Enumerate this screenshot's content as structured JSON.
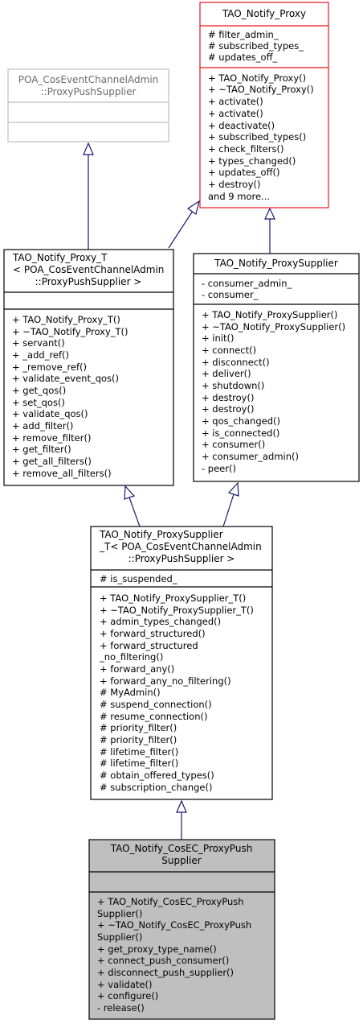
{
  "colors": {
    "border": "#000000",
    "highlight_border": "#e8141a",
    "muted_border": "#bdbdbd",
    "focus_fill": "#bfbfbf",
    "edge": "#191970"
  },
  "classes": [
    {
      "id": "tao_notify_proxy",
      "name_lines": [
        "TAO_Notify_Proxy"
      ],
      "attributes": [
        "# filter_admin_",
        "# subscribed_types_",
        "# updates_off_"
      ],
      "methods": [
        "+ TAO_Notify_Proxy()",
        "+ ~TAO_Notify_Proxy()",
        "+ activate()",
        "+ activate()",
        "+ deactivate()",
        "+ subscribed_types()",
        "+ check_filters()",
        "+ types_changed()",
        "+ updates_off()",
        "+ destroy()",
        "and 9 more..."
      ]
    },
    {
      "id": "poa_proxy_push_supplier",
      "name_lines": [
        "POA_CosEventChannelAdmin",
        "::ProxyPushSupplier"
      ],
      "attributes": [],
      "methods": []
    },
    {
      "id": "tao_notify_proxy_t",
      "name_lines": [
        "TAO_Notify_Proxy_T",
        "< POA_CosEventChannelAdmin",
        "::ProxyPushSupplier >"
      ],
      "attributes": [],
      "methods": [
        "+ TAO_Notify_Proxy_T()",
        "+ ~TAO_Notify_Proxy_T()",
        "+ servant()",
        "+ _add_ref()",
        "+ _remove_ref()",
        "+ validate_event_qos()",
        "+ get_qos()",
        "+ set_qos()",
        "+ validate_qos()",
        "+ add_filter()",
        "+ remove_filter()",
        "+ get_filter()",
        "+ get_all_filters()",
        "+ remove_all_filters()"
      ]
    },
    {
      "id": "tao_notify_proxy_supplier",
      "name_lines": [
        "TAO_Notify_ProxySupplier"
      ],
      "attributes": [
        "- consumer_admin_",
        "- consumer_"
      ],
      "methods": [
        "+ TAO_Notify_ProxySupplier()",
        "+ ~TAO_Notify_ProxySupplier()",
        "+ init()",
        "+ connect()",
        "+ disconnect()",
        "+ deliver()",
        "+ shutdown()",
        "+ destroy()",
        "+ destroy()",
        "+ qos_changed()",
        "+ is_connected()",
        "+ consumer()",
        "+ consumer_admin()",
        "- peer()"
      ]
    },
    {
      "id": "tao_notify_proxy_supplier_t",
      "name_lines": [
        "TAO_Notify_ProxySupplier",
        "_T< POA_CosEventChannelAdmin",
        "::ProxyPushSupplier >"
      ],
      "attributes": [
        "# is_suspended_"
      ],
      "methods": [
        "+ TAO_Notify_ProxySupplier_T()",
        "+ ~TAO_Notify_ProxySupplier_T()",
        "+ admin_types_changed()",
        "+ forward_structured()",
        "+ forward_structured",
        "_no_filtering()",
        "+ forward_any()",
        "+ forward_any_no_filtering()",
        "# MyAdmin()",
        "# suspend_connection()",
        "# resume_connection()",
        "# priority_filter()",
        "# priority_filter()",
        "# lifetime_filter()",
        "# lifetime_filter()",
        "# obtain_offered_types()",
        "# subscription_change()"
      ]
    },
    {
      "id": "tao_notify_cosec_proxy_push_supplier",
      "name_lines": [
        "TAO_Notify_CosEC_ProxyPush",
        "Supplier"
      ],
      "attributes": [],
      "methods": [
        "+ TAO_Notify_CosEC_ProxyPush",
        "Supplier()",
        "+ ~TAO_Notify_CosEC_ProxyPush",
        "Supplier()",
        "+ get_proxy_type_name()",
        "+ connect_push_consumer()",
        "+ disconnect_push_supplier()",
        "+ validate()",
        "+ configure()",
        "- release()"
      ]
    }
  ],
  "edges": [
    {
      "from": "tao_notify_proxy_t",
      "to": "poa_proxy_push_supplier"
    },
    {
      "from": "tao_notify_proxy_t",
      "to": "tao_notify_proxy"
    },
    {
      "from": "tao_notify_proxy_supplier",
      "to": "tao_notify_proxy"
    },
    {
      "from": "tao_notify_proxy_supplier_t",
      "to": "tao_notify_proxy_t"
    },
    {
      "from": "tao_notify_proxy_supplier_t",
      "to": "tao_notify_proxy_supplier"
    },
    {
      "from": "tao_notify_cosec_proxy_push_supplier",
      "to": "tao_notify_proxy_supplier_t"
    }
  ]
}
